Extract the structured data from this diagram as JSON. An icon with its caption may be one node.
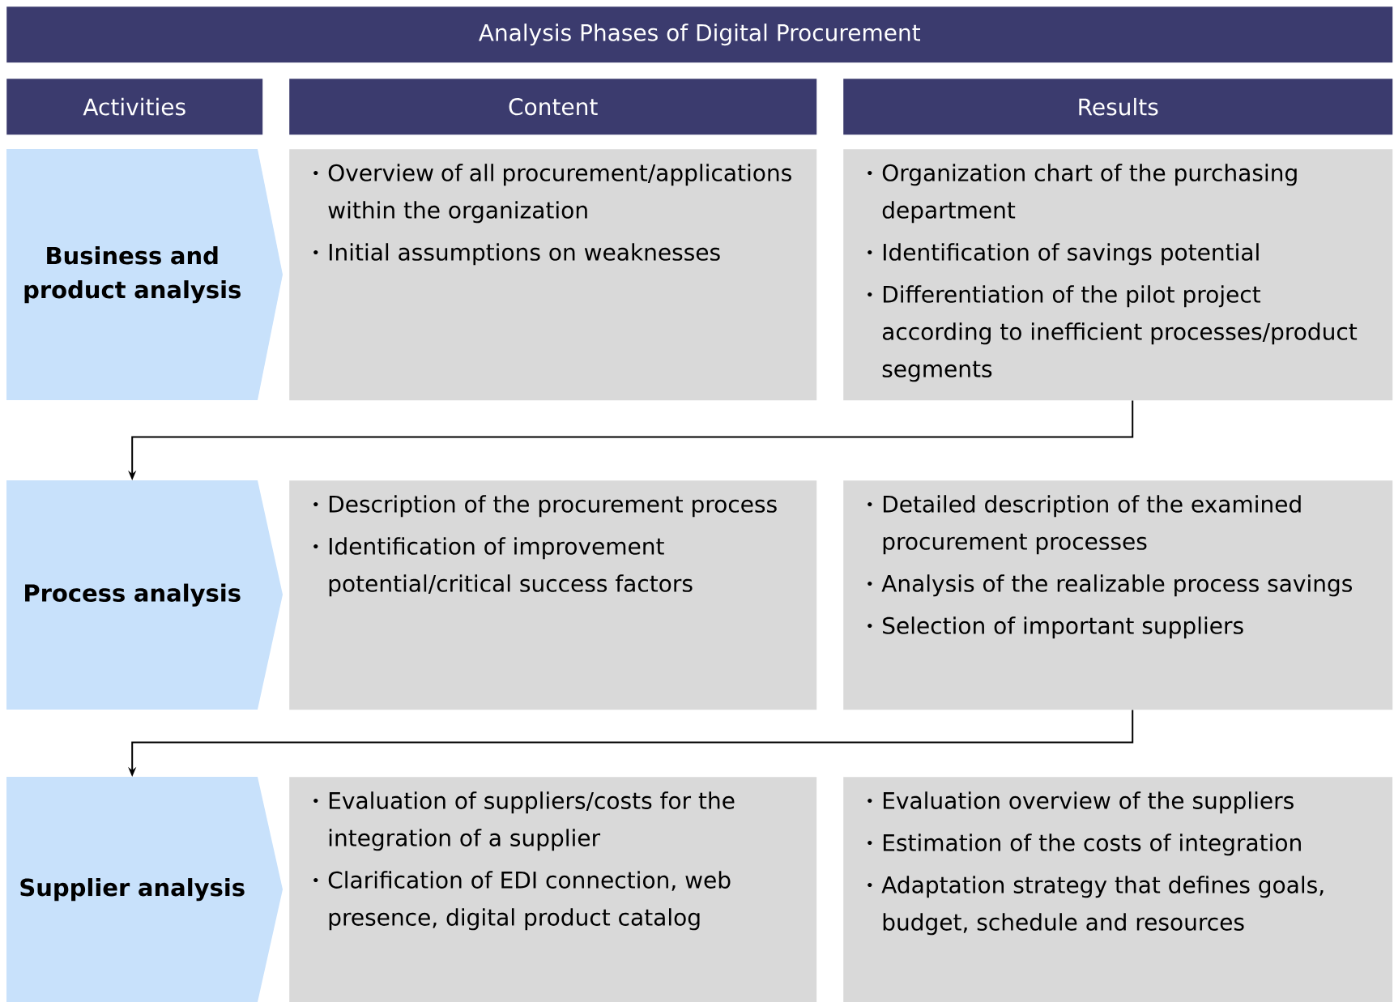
{
  "diagram": {
    "title": "Analysis Phases of Digital Procurement",
    "nodes": [
      {
        "text": [
          "Activities"
        ]
      },
      {
        "text": [
          "Content"
        ]
      },
      {
        "text": [
          "Results"
        ]
      },
      {
        "text": [
          "Business and product analysis"
        ]
      },
      {
        "text": [
          "Overview of all procurement/applications within the organization",
          "Initial assumptions on weaknesses"
        ]
      },
      {
        "text": [
          "Organization chart of the purchasing department",
          "Identification of savings potential",
          "Differentiation of the pilot project according to inefficient processes/product segments"
        ]
      },
      {
        "text": [
          "Process analysis"
        ]
      },
      {
        "text": [
          "Description of the procurement process",
          "Identification of improvement potential/critical success factors"
        ]
      },
      {
        "text": [
          "Detailed description of the examined procurement processes",
          "Analysis of the realizable process savings",
          "Selection of important suppliers"
        ]
      },
      {
        "text": [
          "Supplier analysis"
        ]
      },
      {
        "text": [
          "Evaluation of suppliers/costs for the integration of a supplier",
          "Clarification of EDI connection, web presence, digital product catalog"
        ]
      },
      {
        "text": [
          "Evaluation overview of the suppliers",
          "Estimation of the costs of integration",
          "Adaptation strategy that defines goals, budget, schedule and resources"
        ]
      }
    ],
    "edges": [
      {
        "from": 5,
        "to": 6,
        "arrow": "to"
      },
      {
        "from": 8,
        "to": 9,
        "arrow": "to"
      }
    ]
  }
}
